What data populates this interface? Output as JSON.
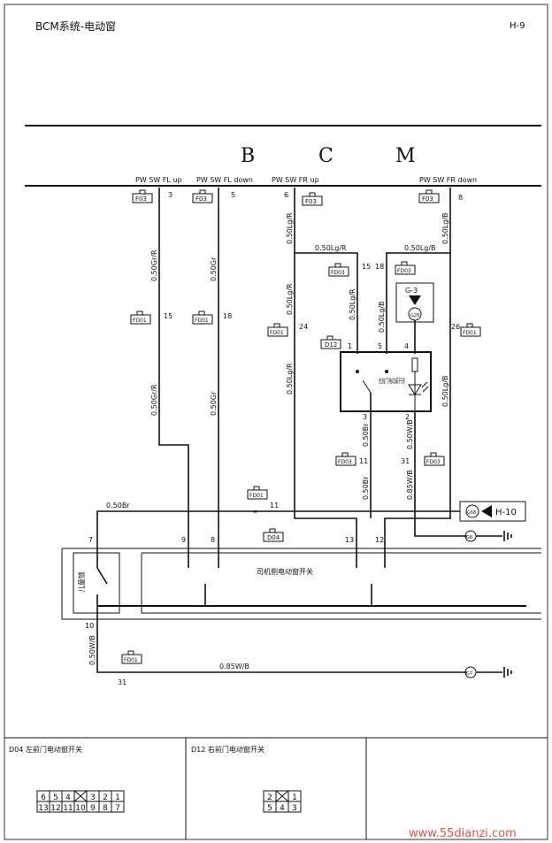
{
  "header": {
    "title": "BCM系统-电动窗",
    "page_code": "H-9"
  },
  "bcm": {
    "letters": [
      "B",
      "C",
      "M"
    ]
  },
  "pins": {
    "fl_up": {
      "name": "PW SW FL up",
      "pin": "3"
    },
    "fl_down": {
      "name": "PW SW FL down",
      "pin": "5"
    },
    "fr_up": {
      "name": "PW SW FR up",
      "pin": "6"
    },
    "fr_down": {
      "name": "PW SW FR down",
      "pin": "8"
    }
  },
  "connectors": {
    "f03": "F03",
    "fd01": "FD01",
    "fd03": "FD03",
    "d12": "D12",
    "d04": "D04",
    "g3": "G-3",
    "g_circle": "G28",
    "g58": "G58",
    "h10": "H-10",
    "g8": "G8",
    "g7": "G7"
  },
  "wires": {
    "w_05gr_r": "0.50Gr/R",
    "w_05gr": "0.50Gr",
    "w_05lg_r": "0.50Lg/R",
    "w_05lg_b": "0.50Lg/B",
    "w_05br": "0.50Br",
    "w_05w_b": "0.50W/B",
    "w_085w_b": "0.85W/B"
  },
  "pin_numbers": {
    "fl_up_fd01": "15",
    "fl_down_fd01": "18",
    "fr_up_fd01": "24",
    "fr_down_fd01": "26",
    "fd03_15": "15",
    "fd03_18": "18",
    "d12_1": "1",
    "d12_5": "5",
    "d12_4": "4",
    "d12_3": "3",
    "d12_2": "2",
    "fd03_11": "11",
    "fd03_31": "31",
    "fd01_11": "11",
    "d04_7": "7",
    "d04_9": "9",
    "d04_8": "8",
    "d04_13": "13",
    "d04_12": "12",
    "d04_10": "10",
    "fd01_31": "31"
  },
  "components": {
    "right_switch_label": "右前门电动窗开关",
    "driver_switch_label": "司机侧电动窗开关",
    "child_lock_label": "儿童锁"
  },
  "legend": {
    "d04_title": "D04 左前门电动窗开关",
    "d12_title": "D12 右前门电动窗开关",
    "d04_top_row": [
      "6",
      "5",
      "4",
      "",
      "3",
      "2",
      "1"
    ],
    "d04_bottom_row": [
      "13",
      "12",
      "11",
      "10",
      "9",
      "8",
      "7"
    ],
    "d12_top_row": [
      "2",
      "",
      "1"
    ],
    "d12_bottom_row": [
      "5",
      "4",
      "3"
    ]
  },
  "watermark": "www.55dianzi.com"
}
